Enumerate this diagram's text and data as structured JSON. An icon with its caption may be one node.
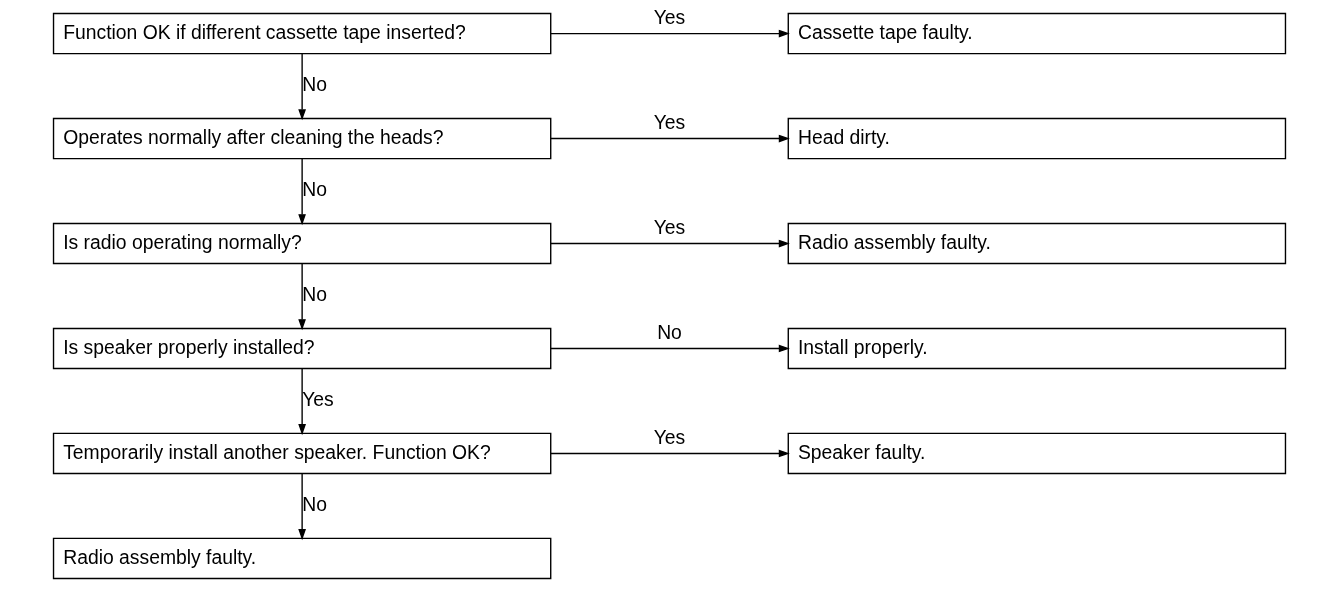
{
  "diagram": {
    "nodes": [
      {
        "text": [
          "Function OK if different cassette tape inserted?"
        ]
      },
      {
        "text": [
          "Cassette tape faulty."
        ]
      },
      {
        "text": [
          "Operates normally after cleaning the heads?"
        ]
      },
      {
        "text": [
          "Head dirty."
        ]
      },
      {
        "text": [
          "Is radio operating normally?"
        ]
      },
      {
        "text": [
          "Radio assembly faulty."
        ]
      },
      {
        "text": [
          "Is speaker properly installed?"
        ]
      },
      {
        "text": [
          "Install properly."
        ]
      },
      {
        "text": [
          "Temporarily install another speaker. Function OK?"
        ]
      },
      {
        "text": [
          "Speaker faulty."
        ]
      },
      {
        "text": [
          "Radio assembly faulty."
        ]
      }
    ],
    "edges": [
      {
        "from": 0,
        "to": 1,
        "arrow": "to",
        "label": "Yes"
      },
      {
        "from": 0,
        "to": 2,
        "arrow": "to",
        "label": "No"
      },
      {
        "from": 2,
        "to": 3,
        "arrow": "to",
        "label": "Yes"
      },
      {
        "from": 2,
        "to": 4,
        "arrow": "to",
        "label": "No"
      },
      {
        "from": 4,
        "to": 5,
        "arrow": "to",
        "label": "Yes"
      },
      {
        "from": 4,
        "to": 6,
        "arrow": "to",
        "label": "No"
      },
      {
        "from": 6,
        "to": 7,
        "arrow": "to",
        "label": "No"
      },
      {
        "from": 6,
        "to": 8,
        "arrow": "to",
        "label": "Yes"
      },
      {
        "from": 8,
        "to": 9,
        "arrow": "to",
        "label": "Yes"
      },
      {
        "from": 8,
        "to": 10,
        "arrow": "to",
        "label": "No"
      }
    ]
  }
}
